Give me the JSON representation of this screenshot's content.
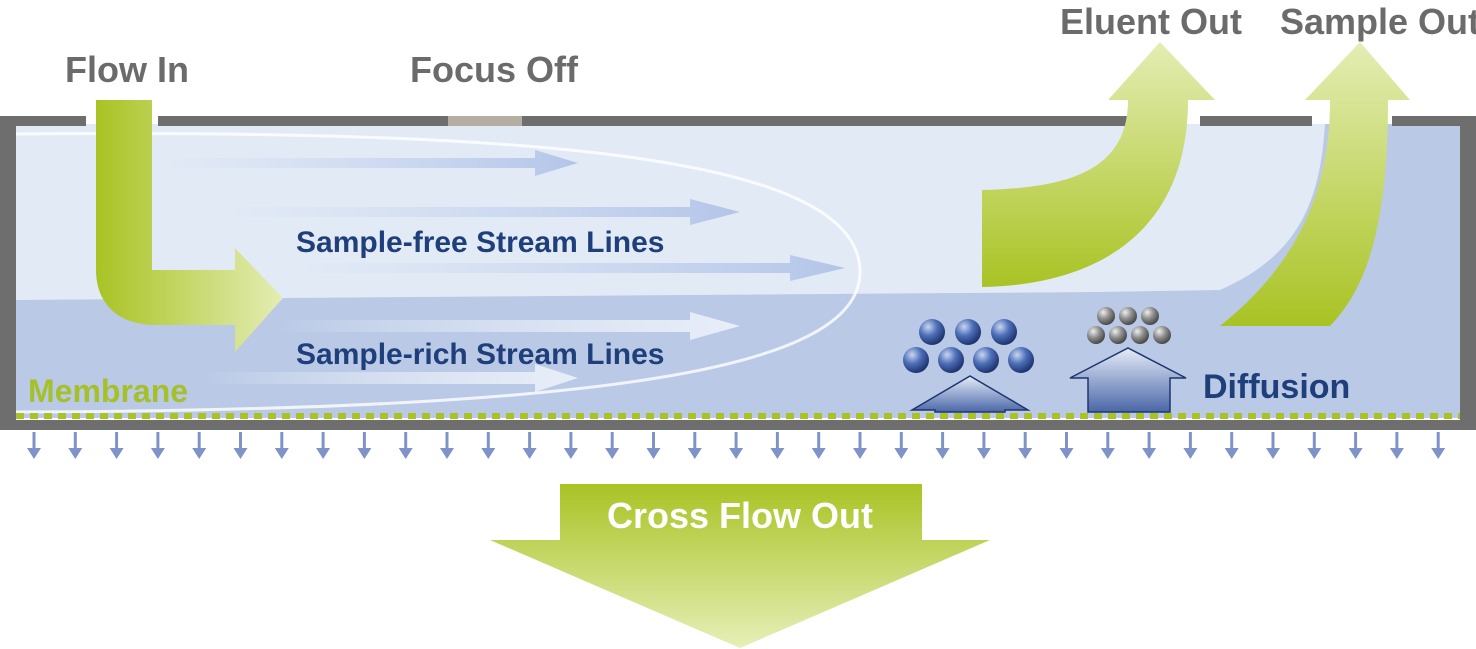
{
  "labels": {
    "flow_in": "Flow In",
    "focus_off": "Focus Off",
    "eluent_out": "Eluent Out",
    "sample_out": "Sample Out",
    "sample_free": "Sample-free Stream Lines",
    "sample_rich": "Sample-rich Stream Lines",
    "membrane": "Membrane",
    "diffusion": "Diffusion",
    "cross_flow_out": "Cross Flow Out"
  },
  "colors": {
    "channel_wall": "#6e6e6e",
    "flow_light": "#e2eaf6",
    "flow_rich": "#b9c9e6",
    "green_arrow": "#a9c324",
    "label_blue": "#1f3f7a",
    "label_gray": "#6b6b6b",
    "particle_blue": "#3c5fa8",
    "particle_gray": "#8a8a8a"
  }
}
